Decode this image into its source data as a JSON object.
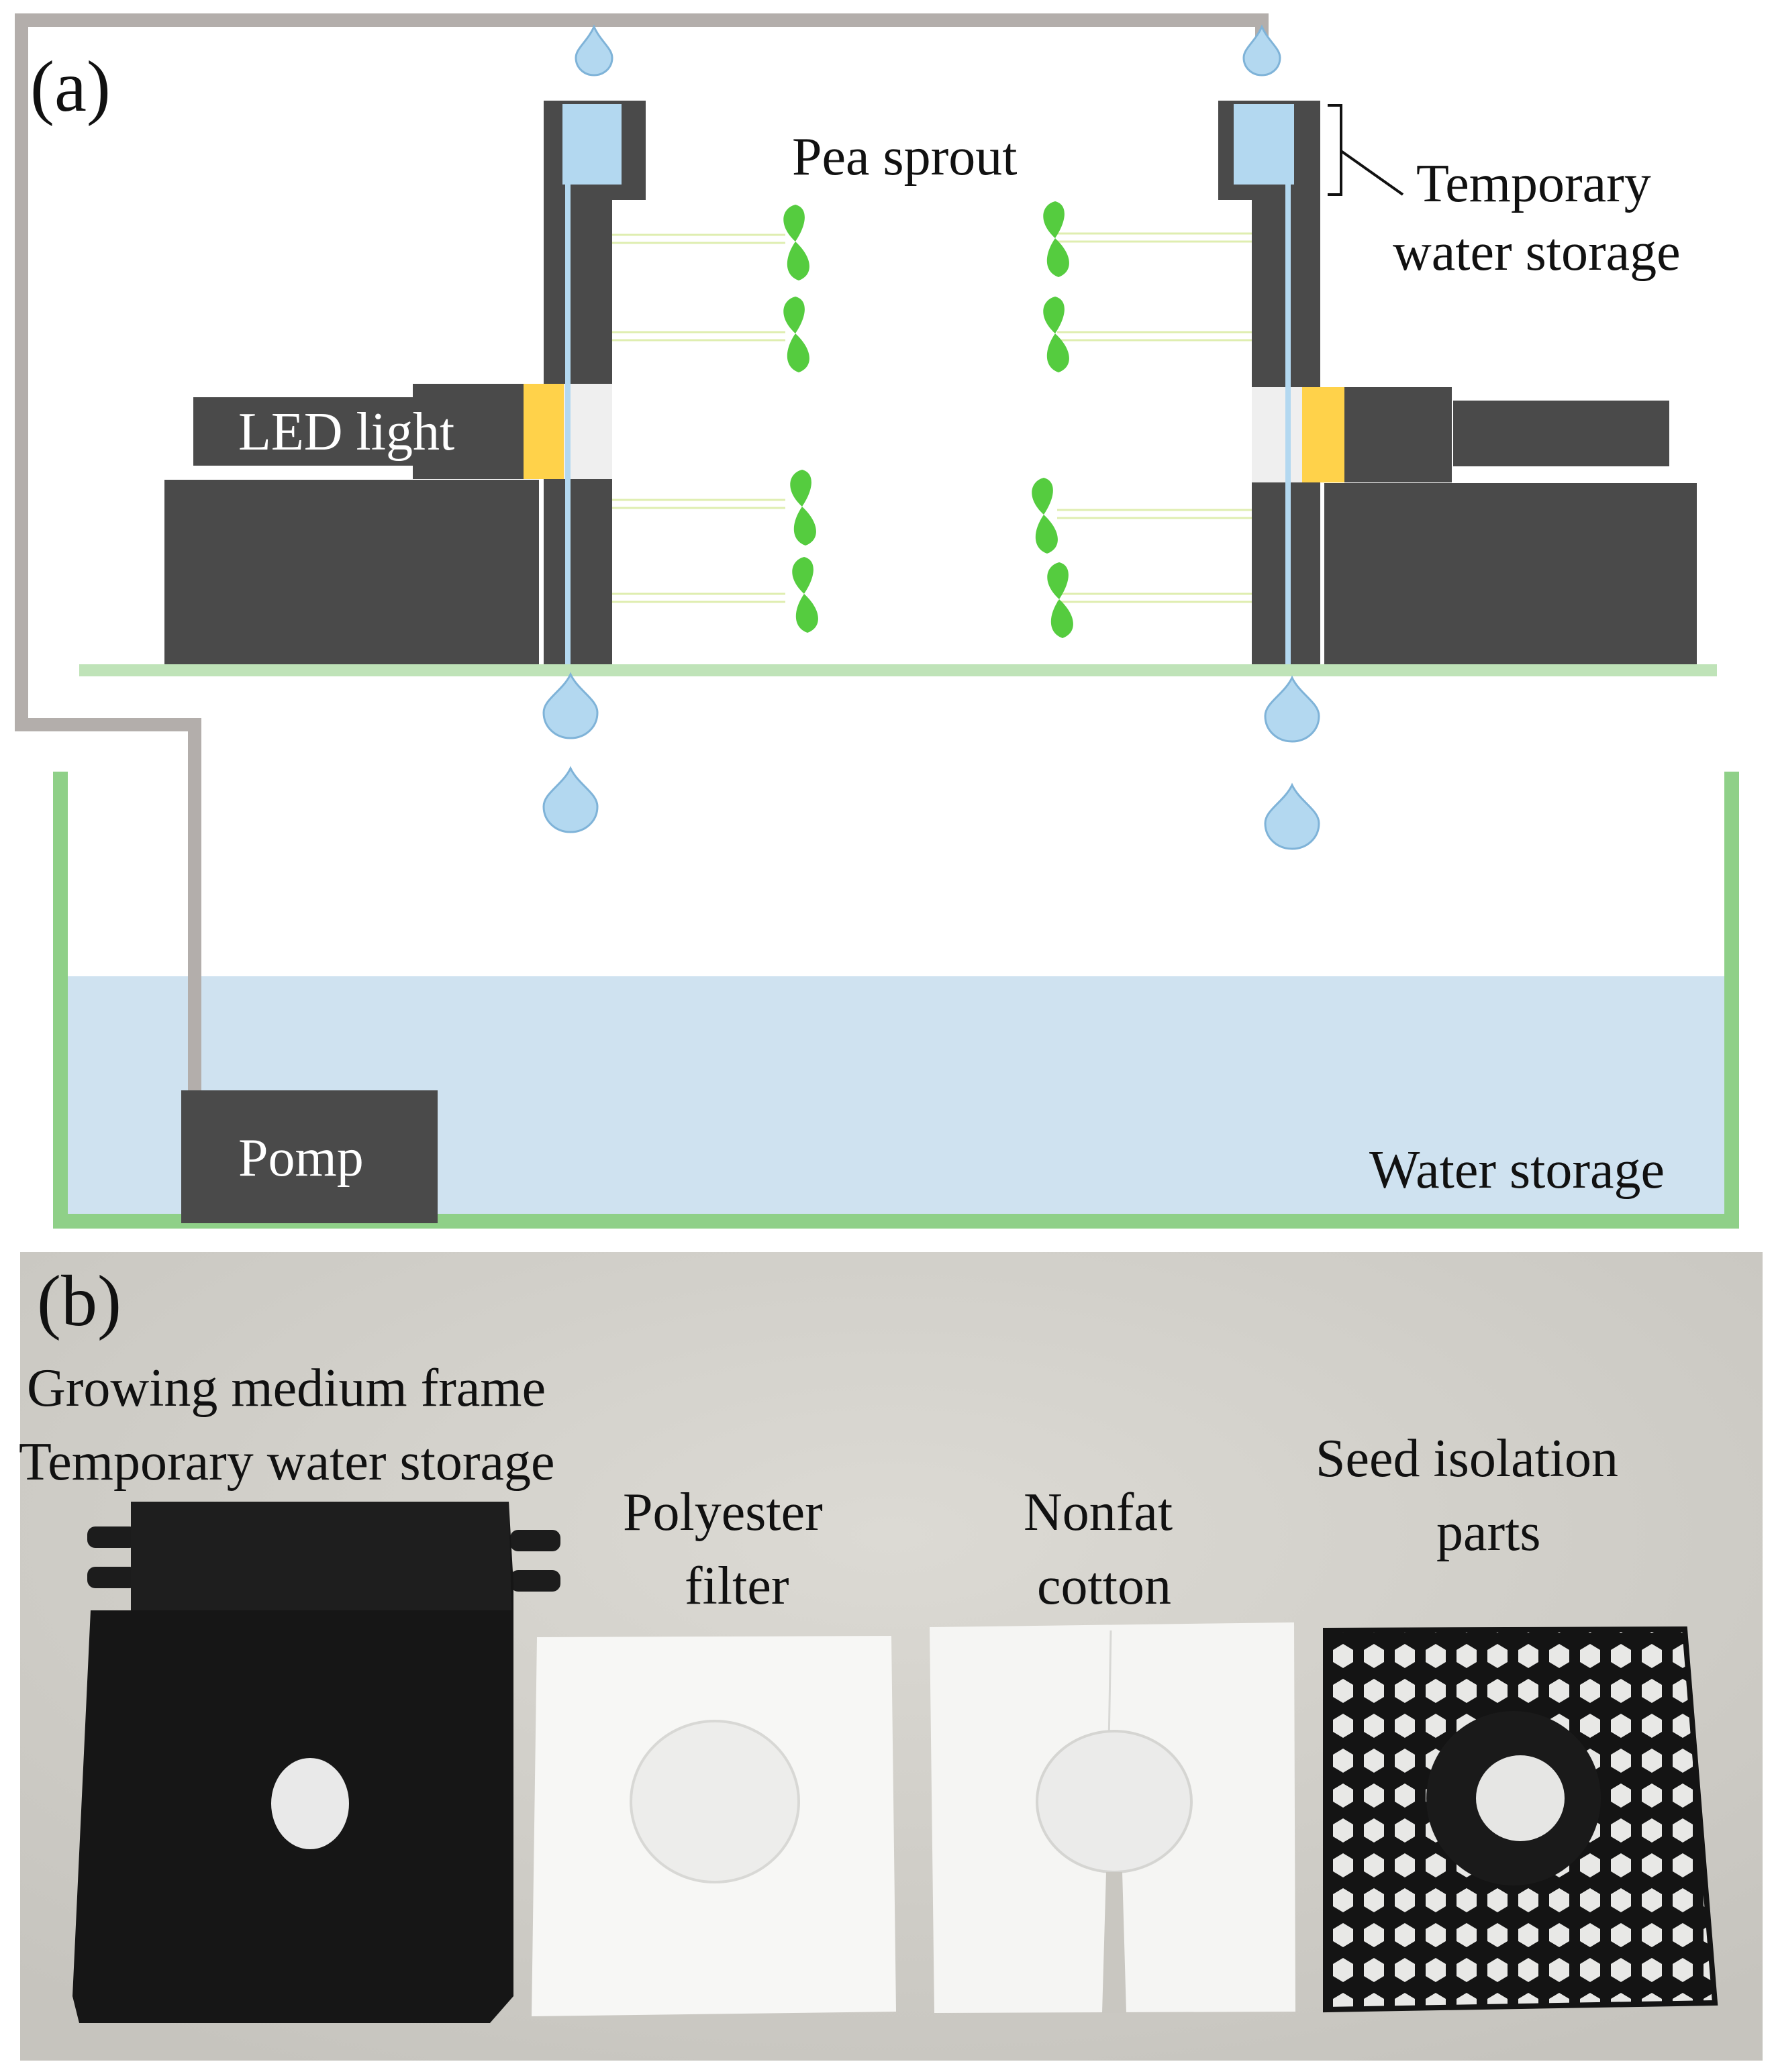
{
  "panel_a": {
    "panel_label": "(a)",
    "labels": {
      "pea_sprout": "Pea sprout",
      "temporary_water_storage_line1": "Temporary",
      "temporary_water_storage_line2": "water storage",
      "led_light": "LED light",
      "pomp": "Pomp",
      "water_storage": "Water storage"
    },
    "colors": {
      "frame": "#4a4a4a",
      "pipe": "#b3aeab",
      "water": "#cfe2f0",
      "water_drop": "#b3d8f0",
      "tank": "#8fd088",
      "sprout": "#55cc3f",
      "led": "#ffd24a",
      "diffuser": "#efefef"
    }
  },
  "panel_b": {
    "panel_label": "(b)",
    "labels": {
      "frame_line1": "Growing medium frame",
      "frame_line2": "Temporary water storage",
      "polyester_line1": "Polyester",
      "polyester_line2": "filter",
      "cotton_line1": "Nonfat",
      "cotton_line2": "cotton",
      "seed_line1": "Seed isolation",
      "seed_line2": "parts"
    },
    "colors": {
      "background": "#d4d2cc",
      "frame_part": "#161616",
      "filter": "#f7f7f5",
      "mesh": "#141414"
    }
  }
}
